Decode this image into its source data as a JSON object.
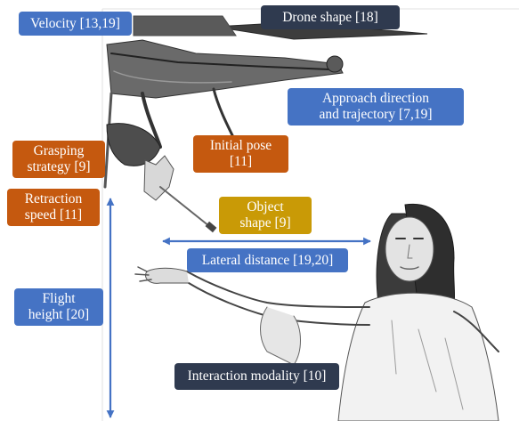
{
  "labels": {
    "velocity": "Velocity [13,19]",
    "drone_shape": "Drone shape [18]",
    "approach_line1": "Approach direction",
    "approach_line2": "and trajectory [7,19]",
    "grasping_line1": "Grasping",
    "grasping_line2": "strategy [9]",
    "initial_pose_line1": "Initial pose",
    "initial_pose_line2": "[11]",
    "retraction_line1": "Retraction",
    "retraction_line2": "speed [11]",
    "object_line1": "Object",
    "object_line2": "shape [9]",
    "lateral_distance": "Lateral distance [19,20]",
    "flight_line1": "Flight",
    "flight_line2": "height [20]",
    "interaction_modality": "Interaction modality [10]"
  },
  "colors": {
    "blue": "#4573c4",
    "dark": "#2f3a4f",
    "orange": "#c5590f",
    "gold": "#c99a06",
    "arrow": "#4472c4"
  }
}
